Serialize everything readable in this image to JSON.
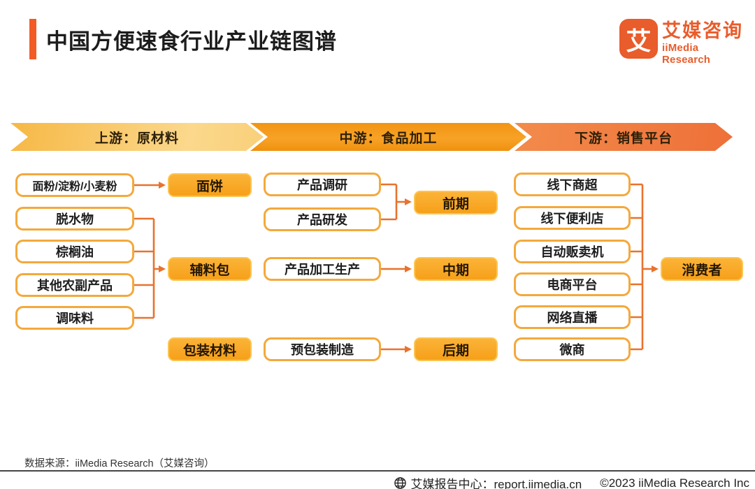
{
  "header": {
    "title": "中国方便速食行业产业链图谱",
    "logo": {
      "glyph": "艾",
      "brand_cn": "艾媒咨询",
      "brand_en": "iiMedia Research"
    }
  },
  "banners": {
    "upstream": "上游：原材料",
    "midstream": "中游：食品加工",
    "downstream": "下游：销售平台"
  },
  "upstream": {
    "raw_materials": [
      "面粉/淀粉/小麦粉",
      "脱水物",
      "棕榈油",
      "其他农副产品",
      "调味料"
    ],
    "components": [
      "面饼",
      "辅料包",
      "包装材料"
    ]
  },
  "midstream": {
    "processes": [
      "产品调研",
      "产品研发",
      "产品加工生产",
      "预包装制造"
    ],
    "stages": [
      "前期",
      "中期",
      "后期"
    ]
  },
  "downstream": {
    "channels": [
      "线下商超",
      "线下便利店",
      "自动贩卖机",
      "电商平台",
      "网络直播",
      "微商"
    ],
    "consumer": "消费者"
  },
  "footer": {
    "source": "数据来源：iiMedia Research（艾媒咨询）",
    "report_center": "艾媒报告中心：report.iimedia.cn",
    "copyright": "©2023  iiMedia Research  Inc"
  },
  "colors": {
    "accent_orange": "#F25B24",
    "brand_orange": "#E95C2B",
    "banner_upstream": "#F9C45A",
    "banner_midstream": "#F59C1B",
    "banner_downstream": "#EF7A3E",
    "node_fill": "#F8A81F",
    "node_border": "#F3A93C",
    "connector": "#E8722E"
  }
}
